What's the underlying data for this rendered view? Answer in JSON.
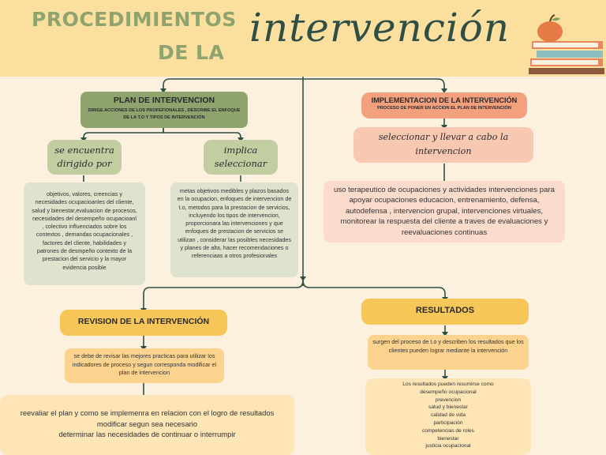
{
  "header": {
    "title_line1": "PROCEDIMIENTOS",
    "title_line2": "DE LA",
    "title_script": "intervención",
    "decoration_icon": "books-apple-icon",
    "bg_color": "#fbdf9e",
    "title_color": "#8ea36e"
  },
  "plan": {
    "title": "PLAN DE INTERVENCION",
    "subtitle": "DIRIGE ACCIONES DE LOS PROFEFIONALES , DESCRIBE EL ENFOQUE DE LA T.O Y TIPOS DE INTERVENCIÓN",
    "branch1_label": "se encuentra dirigido por",
    "branch1_text": "objetivos, valores, creencias y necesidades ocupacioanles del cliente, salud y bienestar,evaluacion de procesos, necesidades del desempeño ocupacioanl , colectivo influenciados sobre los contextos , demandas ocupacionales , factores del cliente, habilidades y patrones de desmpeño contexto de la prestacion del servicio y la mayor evidencia posible",
    "branch2_label": "implica seleccionar",
    "branch2_text": "metas objetivos medibles y plazos basados en la ocupacion, enfoques de intervencion de t.o, metodos para la prestacion de servicios, incluyendo los tipos de intervencion, proporcionara las intervenciones y que enfoques de prestacion de servicios se utilizan , considerar las posibles necesidades y planes de alta, hacer recomendaciones o referenciaas a otros profesionales"
  },
  "implementacion": {
    "title": "IMPLEMENTACION DE LA INTERVENCIÓN",
    "subtitle": "PROCESO DE PONER EN ACCION EL PLAN DE INTERVENCIÓN",
    "label": "seleccionar y llevar a cabo la intervencion",
    "text": "uso terapeutico de ocupaciones y actividades intervenciones para apoyar ocupaciones educacion, entrenamiento, defensa, autodefensa , intervencion grupal, intervenciones virtuales, monitorear la respuesta del cliente a traves de evaluaciones y reevaluaciones continuas"
  },
  "revision": {
    "title": "REVISION DE LA INTERVENCIÓN",
    "text": "se debe de revisar las mejores practicas para utilizar los indicadores de proceso y segun corresponda modificar el plan de intervencion",
    "bottom_lines": [
      "reevaliar el plan y como se implemenra en relacion con el logro de resultados",
      "modificar segun sea necesario",
      "determinar las necesidades de continuar o interrumpir"
    ]
  },
  "resultados": {
    "title": "RESULTADOS",
    "text": "surgen del proceso de t.o y describen los resultados que los clientes pueden lograr mediante la intervención",
    "list_intro": "Los resultados pueden resumirse como",
    "list_items": [
      "desempeño ocupacional",
      "prevencion",
      "salud y bienestar",
      "calidad de vida",
      "participación",
      "competencias de roles",
      "bienestar",
      "justicia ocupacional"
    ]
  },
  "colors": {
    "green_dark": "#8ea36e",
    "green_light": "#c2cea2",
    "salmon": "#f3a07e",
    "yellow": "#f7c659",
    "line": "#2f4f44"
  }
}
